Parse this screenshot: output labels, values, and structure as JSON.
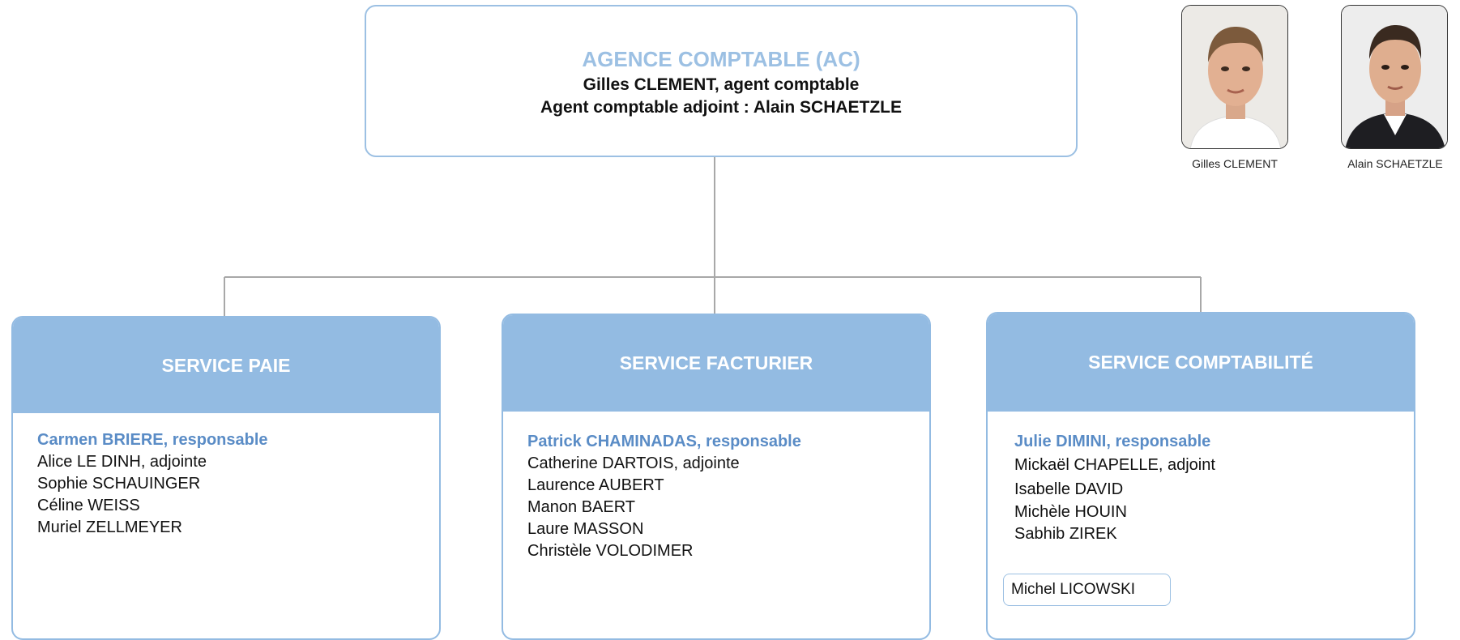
{
  "agency": {
    "title": "AGENCE COMPTABLE (AC)",
    "line1": "Gilles CLEMENT, agent comptable",
    "line2": "Agent comptable adjoint : Alain SCHAETZLE"
  },
  "portraits": [
    {
      "caption": "Gilles CLEMENT"
    },
    {
      "caption": "Alain SCHAETZLE"
    }
  ],
  "services": [
    {
      "title": "SERVICE PAIE",
      "lead": "Carmen BRIERE, responsable",
      "members": [
        "Alice LE DINH, adjointe",
        "Sophie SCHAUINGER",
        "Céline WEISS",
        "Muriel ZELLMEYER"
      ]
    },
    {
      "title": "SERVICE FACTURIER",
      "lead": "Patrick CHAMINADAS, responsable",
      "members": [
        "Catherine DARTOIS, adjointe",
        "Laurence AUBERT",
        "Manon BAERT",
        "Laure MASSON",
        "Christèle VOLODIMER"
      ]
    },
    {
      "title": "SERVICE COMPTABILITÉ",
      "lead": "Julie DIMINI, responsable",
      "members": [
        "Mickaël CHAPELLE, adjoint",
        "Isabelle DAVID",
        "Michèle HOUIN",
        "Sabhib ZIREK"
      ],
      "extra": "Michel LICOWSKI"
    }
  ],
  "colors": {
    "accent": "#93bbe2",
    "lead_text": "#5a8cc6",
    "connector": "#a8a8a8"
  }
}
